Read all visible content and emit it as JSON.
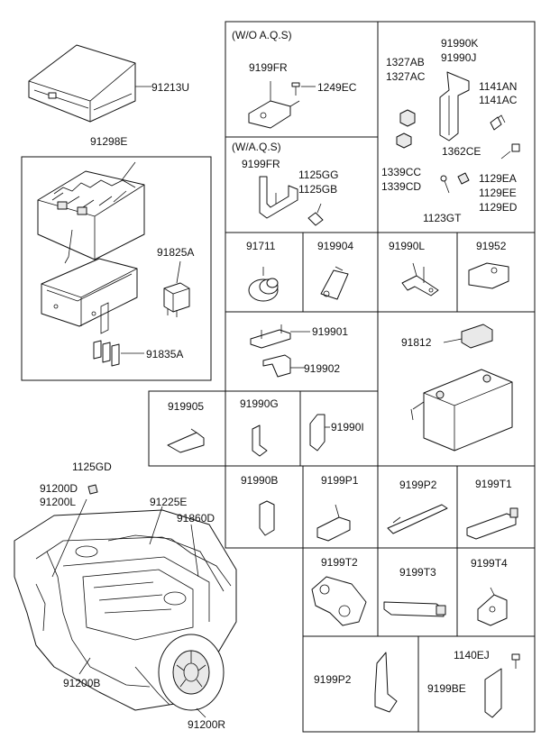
{
  "labels": {
    "p91213u": "91213U",
    "p91298e": "91298E",
    "p91825a": "91825A",
    "p91835a": "91835A",
    "wo_aqs": "(W/O A.Q.S)",
    "p9199fr_a": "9199FR",
    "p1249ec": "1249EC",
    "wa_aqs": "(W/A.Q.S)",
    "p9199fr_b": "9199FR",
    "p1125gg": "1125GG",
    "p1125gb": "1125GB",
    "p91990k": "91990K",
    "p91990j": "91990J",
    "p1327ab": "1327AB",
    "p1327ac": "1327AC",
    "p1141an": "1141AN",
    "p1141ac": "1141AC",
    "p1362ce": "1362CE",
    "p1339cc": "1339CC",
    "p1339cd": "1339CD",
    "p1129ea": "1129EA",
    "p1129ee": "1129EE",
    "p1129ed": "1129ED",
    "p1123gt": "1123GT",
    "p91711": "91711",
    "p919904": "919904",
    "p91990l": "91990L",
    "p91952": "91952",
    "p919901": "919901",
    "p919902": "919902",
    "p91812": "91812",
    "p919905": "919905",
    "p91990g": "91990G",
    "p91990i": "91990I",
    "p91990b": "91990B",
    "p9199p1_a": "9199P1",
    "p9199p2_a": "9199P2",
    "p9199t1": "9199T1",
    "p9199t2": "9199T2",
    "p9199t3": "9199T3",
    "p9199t4": "9199T4",
    "p9199p2_b": "9199P2",
    "p1140ej": "1140EJ",
    "p9199be": "9199BE",
    "p1125gd": "1125GD",
    "p91200d": "91200D",
    "p91200l": "91200L",
    "p91225e": "91225E",
    "p91860d": "91860D",
    "p91200b": "91200B",
    "p91200r": "91200R"
  }
}
